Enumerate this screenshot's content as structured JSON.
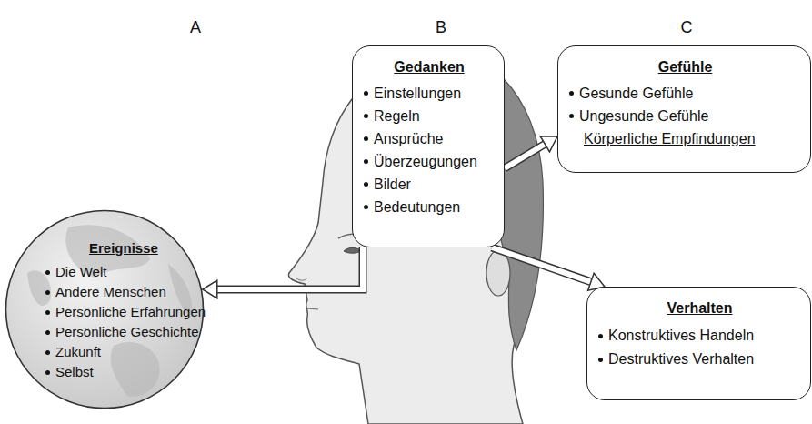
{
  "diagram": {
    "nodes": [
      {
        "text": [
          "Ereignisse",
          "Die Welt",
          "Andere Menschen",
          "Persönliche Erfahrungen",
          "Persönliche Geschichte",
          "Zukunft",
          "Selbst"
        ]
      },
      {
        "text": [
          "Gedanken",
          "Einstellungen",
          "Regeln",
          "Ansprüche",
          "Überzeugungen",
          "Bilder",
          "Bedeutungen"
        ]
      },
      {
        "text": [
          "Gefühle",
          "Gesunde Gefühle",
          "Ungesunde Gefühle",
          "Körperliche Empfindungen"
        ]
      },
      {
        "text": [
          "Verhalten",
          "Konstruktives Handeln",
          "Destruktives Verhalten"
        ]
      }
    ],
    "edges": [
      {
        "from": 1,
        "to": 0,
        "arrow": "to"
      },
      {
        "from": 1,
        "to": 2,
        "arrow": "to"
      },
      {
        "from": 1,
        "to": 3,
        "arrow": "to"
      }
    ],
    "labels": [
      "A",
      "B",
      "C"
    ]
  }
}
